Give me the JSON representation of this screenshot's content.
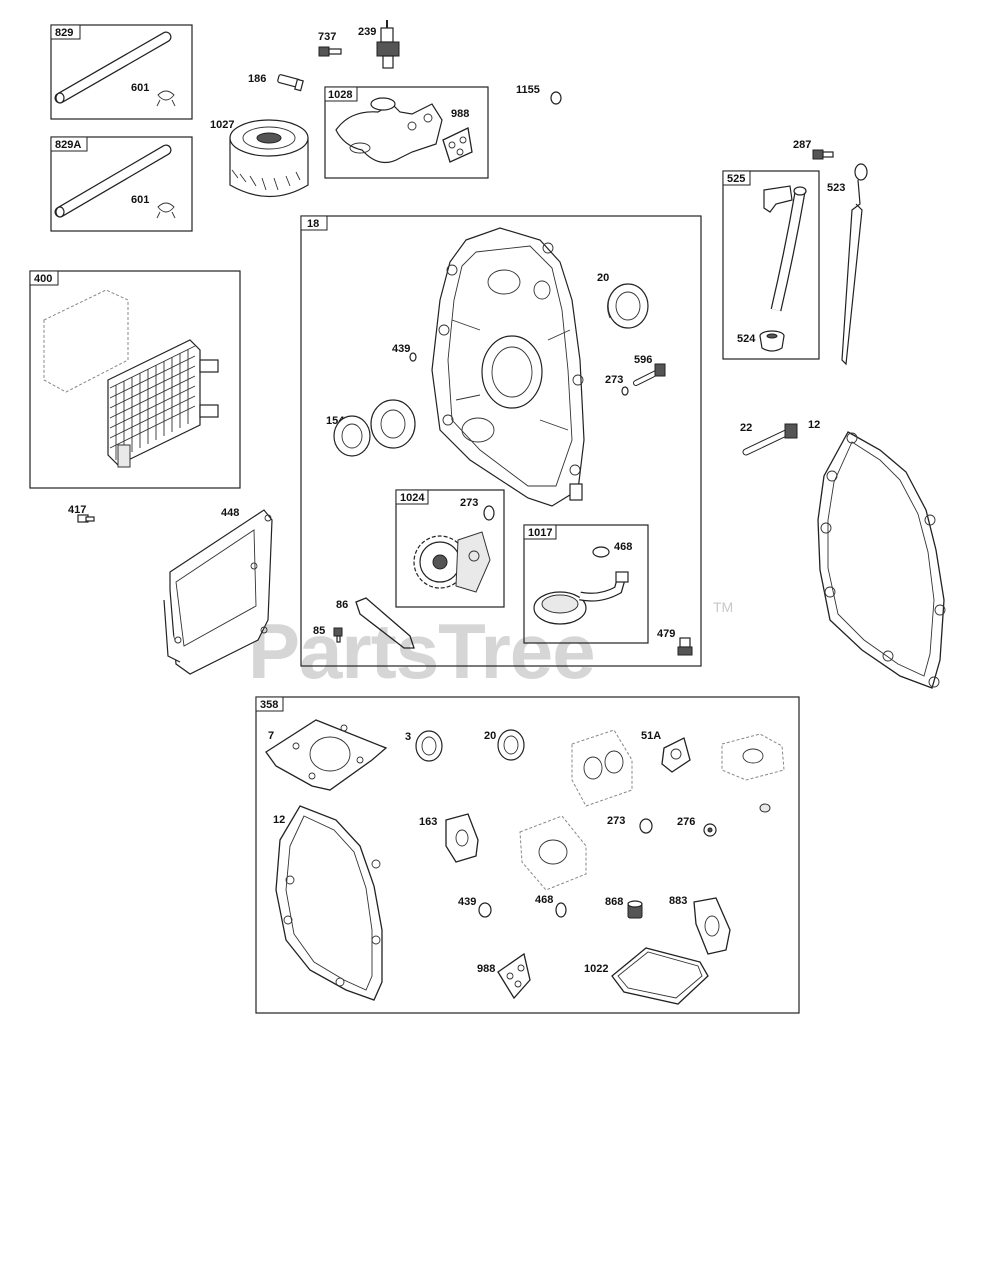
{
  "watermark": {
    "brand": "PartsTree",
    "tm": "TM"
  },
  "boxes": {
    "b829": "829",
    "b829a": "829A",
    "b400": "400",
    "b1028": "1028",
    "b18": "18",
    "b525": "525",
    "b1024": "1024",
    "b1017": "1017",
    "b358": "358"
  },
  "labels": {
    "l601a": "601",
    "l601b": "601",
    "l186": "186",
    "l737": "737",
    "l239": "239",
    "l1155": "1155",
    "l1027": "1027",
    "l988top": "988",
    "l287": "287",
    "l523": "523",
    "l524": "524",
    "l20a": "20",
    "l439a": "439",
    "l596": "596",
    "l273a": "273",
    "l1548": "1548",
    "l273b": "273",
    "l468a": "468",
    "l86": "86",
    "l85": "85",
    "l479": "479",
    "l22": "22",
    "l12a": "12",
    "l417": "417",
    "l448": "448",
    "l7": "7",
    "l3": "3",
    "l20b": "20",
    "l51a": "51A",
    "l12b": "12",
    "l163": "163",
    "l273c": "273",
    "l276": "276",
    "l439b": "439",
    "l468b": "468",
    "l868": "868",
    "l883": "883",
    "l988b": "988",
    "l1022": "1022"
  }
}
